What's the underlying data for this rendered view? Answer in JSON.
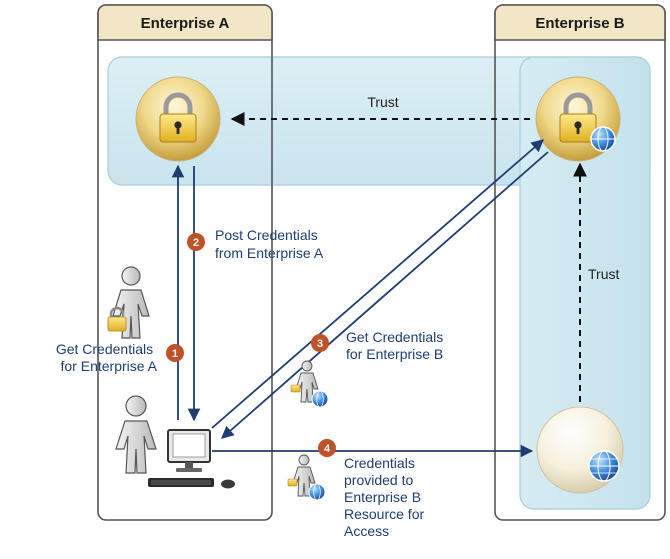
{
  "enterprise_a": {
    "title": "Enterprise A"
  },
  "enterprise_b": {
    "title": "Enterprise B"
  },
  "trust_horizontal": "Trust",
  "trust_vertical": "Trust",
  "steps": [
    {
      "number": "1",
      "lines": [
        "Get Credentials",
        "for Enterprise A"
      ]
    },
    {
      "number": "2",
      "lines": [
        "Post Credentials",
        "from Enterprise A"
      ]
    },
    {
      "number": "3",
      "lines": [
        "Get Credentials",
        "for Enterprise B"
      ]
    },
    {
      "number": "4",
      "lines": [
        "Credentials",
        "provided to",
        "Enterprise B",
        "Resource for",
        "Access"
      ]
    }
  ],
  "colors": {
    "arrow": "#1f3c73",
    "badge": "#c0522a",
    "trust_band": "#d4ebf2",
    "box_header": "#f3e6c6",
    "box_border": "#555555"
  }
}
